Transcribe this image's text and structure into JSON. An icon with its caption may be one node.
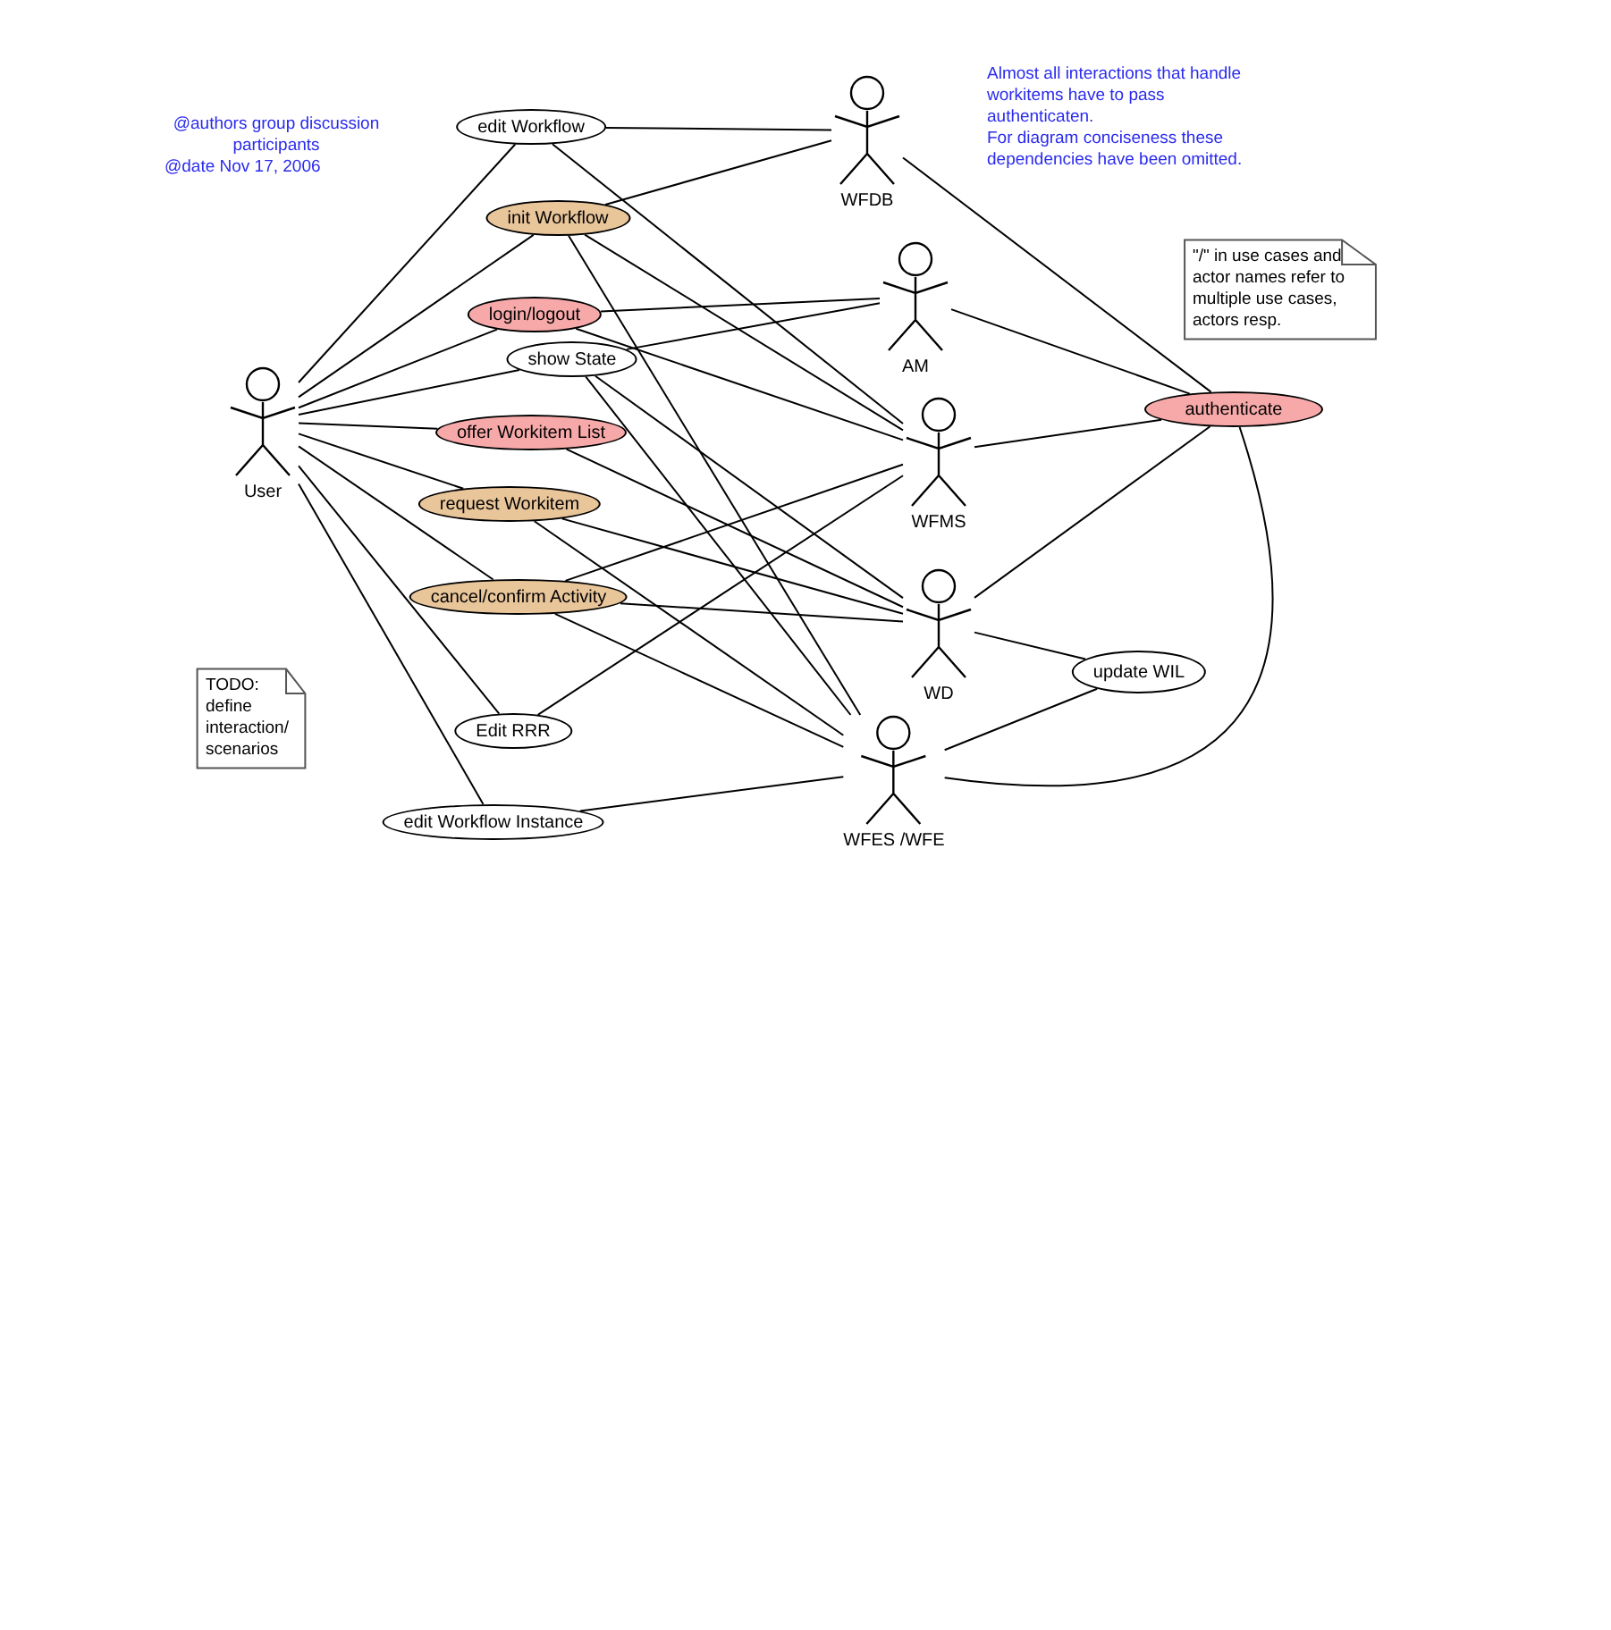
{
  "diagram": {
    "nodes": [
      {
        "text": [
          "edit Workflow"
        ]
      },
      {
        "text": [
          "WFDB"
        ]
      },
      {
        "text": [
          "init Workflow"
        ]
      },
      {
        "text": [
          "login/logout"
        ]
      },
      {
        "text": [
          "AM"
        ]
      },
      {
        "text": [
          "show State"
        ]
      },
      {
        "text": [
          "User"
        ]
      },
      {
        "text": [
          "offer Workitem List"
        ]
      },
      {
        "text": [
          "WFMS"
        ]
      },
      {
        "text": [
          "authenticate"
        ]
      },
      {
        "text": [
          "request Workitem"
        ]
      },
      {
        "text": [
          "cancel/confirm Activity"
        ]
      },
      {
        "text": [
          "WD"
        ]
      },
      {
        "text": [
          "update WIL"
        ]
      },
      {
        "text": [
          "Edit RRR"
        ]
      },
      {
        "text": [
          "WFES /WFE"
        ]
      },
      {
        "text": [
          "edit Workflow Instance"
        ]
      },
      {
        "text": [
          "TODO: define interaction/ scenarios"
        ]
      },
      {
        "text": [
          "\"/\" in use cases and actor names refer to multiple use cases, actors resp."
        ]
      }
    ],
    "edges": [
      {
        "from": 6,
        "to": 0,
        "arrow": "none"
      },
      {
        "from": 6,
        "to": 2,
        "arrow": "none"
      },
      {
        "from": 6,
        "to": 3,
        "arrow": "none"
      },
      {
        "from": 6,
        "to": 5,
        "arrow": "none"
      },
      {
        "from": 6,
        "to": 7,
        "arrow": "none"
      },
      {
        "from": 6,
        "to": 10,
        "arrow": "none"
      },
      {
        "from": 6,
        "to": 11,
        "arrow": "none"
      },
      {
        "from": 6,
        "to": 14,
        "arrow": "none"
      },
      {
        "from": 6,
        "to": 16,
        "arrow": "none"
      },
      {
        "from": 0,
        "to": 1,
        "arrow": "none"
      },
      {
        "from": 0,
        "to": 8,
        "arrow": "none"
      },
      {
        "from": 2,
        "to": 1,
        "arrow": "none"
      },
      {
        "from": 2,
        "to": 8,
        "arrow": "none"
      },
      {
        "from": 2,
        "to": 15,
        "arrow": "none"
      },
      {
        "from": 3,
        "to": 4,
        "arrow": "none"
      },
      {
        "from": 3,
        "to": 8,
        "arrow": "none"
      },
      {
        "from": 5,
        "to": 4,
        "arrow": "none"
      },
      {
        "from": 5,
        "to": 12,
        "arrow": "none"
      },
      {
        "from": 5,
        "to": 15,
        "arrow": "none"
      },
      {
        "from": 7,
        "to": 12,
        "arrow": "none"
      },
      {
        "from": 10,
        "to": 12,
        "arrow": "none"
      },
      {
        "from": 10,
        "to": 15,
        "arrow": "none"
      },
      {
        "from": 11,
        "to": 8,
        "arrow": "none"
      },
      {
        "from": 11,
        "to": 12,
        "arrow": "none"
      },
      {
        "from": 11,
        "to": 15,
        "arrow": "none"
      },
      {
        "from": 14,
        "to": 8,
        "arrow": "none"
      },
      {
        "from": 16,
        "to": 15,
        "arrow": "none"
      },
      {
        "from": 1,
        "to": 9,
        "arrow": "none"
      },
      {
        "from": 4,
        "to": 9,
        "arrow": "none"
      },
      {
        "from": 8,
        "to": 9,
        "arrow": "none"
      },
      {
        "from": 12,
        "to": 9,
        "arrow": "none"
      },
      {
        "from": 15,
        "to": 9,
        "arrow": "none"
      },
      {
        "from": 12,
        "to": 13,
        "arrow": "none"
      },
      {
        "from": 15,
        "to": 13,
        "arrow": "none"
      }
    ],
    "labels": [
      "@authors group discussion participants",
      "@date Nov 17, 2006",
      "Almost all interactions that handle workitems have to pass authenticaten.",
      "For diagram conciseness these dependencies have been omitted."
    ]
  }
}
